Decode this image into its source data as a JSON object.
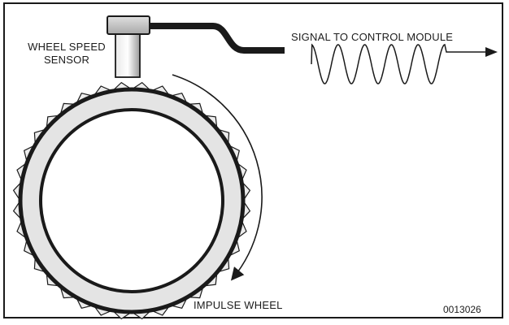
{
  "labels": {
    "sensor_line1": "WHEEL SPEED",
    "sensor_line2": "SENSOR",
    "signal": "SIGNAL TO CONTROL MODULE",
    "wheel": "IMPULSE WHEEL",
    "figure_code": "0013026"
  },
  "colors": {
    "line": "#1a1a1a",
    "sensor_body": "#c8c8c8",
    "ring_fill": "#e6e6e6",
    "background": "#ffffff"
  }
}
